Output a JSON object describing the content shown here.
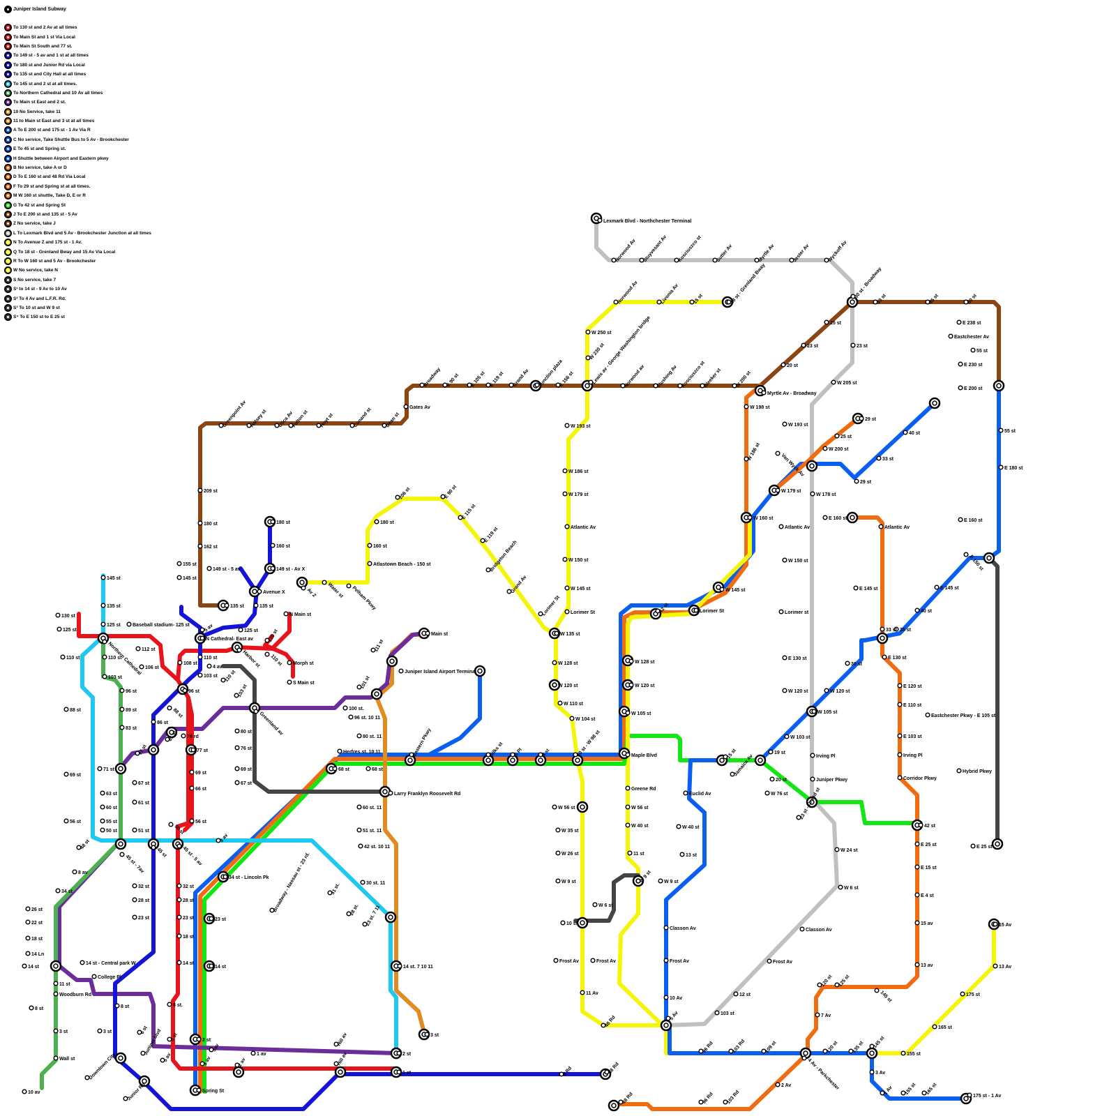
{
  "title": "Juniper Island Subway",
  "routes": [
    {
      "label": "To 130 st and 2 Av at all times",
      "color": "#e8141b"
    },
    {
      "label": "To Main St and 1 st  Via Local",
      "color": "#e8141b"
    },
    {
      "label": "To Main St South and 77 st.",
      "color": "#e8141b"
    },
    {
      "label": "To 149 st - 5 av and 1 st at all times",
      "color": "#1414d8"
    },
    {
      "label": "To 180 st and Junior Rd via Local",
      "color": "#1414d8"
    },
    {
      "label": "To 135 st and City Hall at all times",
      "color": "#1414d8"
    },
    {
      "label": "To 145 st and 2 st at all times.",
      "color": "#1ec8f0"
    },
    {
      "label": "To Northern Cathedral and 10 Av all times",
      "color": "#4caf50"
    },
    {
      "label": "To Main st East and 2 st.",
      "color": "#6a2d9a"
    },
    {
      "label": "10  No Service, take 11",
      "color": "#e08c1e"
    },
    {
      "label": "11  to Main st East and 3 st at all times",
      "color": "#e08c1e"
    },
    {
      "label": "A  To E 200 st and 175 st - 1 Av Via R",
      "color": "#0a5ef0"
    },
    {
      "label": "C  No service, Take Shuttle Bus to 5 Av - Brookchester",
      "color": "#0a5ef0"
    },
    {
      "label": "E  To 45 st and Spring st.",
      "color": "#0a5ef0"
    },
    {
      "label": "H  Shuttle between Airport and Eastern pkwy",
      "color": "#0a5ef0"
    },
    {
      "label": "B  No service, take A or D",
      "color": "#f06c10"
    },
    {
      "label": "D  To E 160 st and 48 Rd Via Local",
      "color": "#f06c10"
    },
    {
      "label": "F   To 29 st and Spring st at all times.",
      "color": "#f06c10"
    },
    {
      "label": "M  W 160 st shuttle, Take D, E or R",
      "color": "#f06c10"
    },
    {
      "label": "G  To 42 st and Spring St",
      "color": "#14e614"
    },
    {
      "label": "J  To E 200 st and 135 st - 5 Av",
      "color": "#8b4513"
    },
    {
      "label": "Z  No service, take J",
      "color": "#8b4513"
    },
    {
      "label": "L  To Lexmark Blvd and 5 Av - Brookchester Junction at all times",
      "color": "#c0c0c0"
    },
    {
      "label": "N  To Avenue Z and 175 st - 1 Av.",
      "color": "#f5f50a"
    },
    {
      "label": "Q  To 18 st - Grenland Bway and 15 Av Via Local",
      "color": "#f5f50a"
    },
    {
      "label": "R  To W 160 st and 5 Av - Brookchester",
      "color": "#f5f50a"
    },
    {
      "label": "W  No service, take N",
      "color": "#f5f50a"
    },
    {
      "label": "S  No service, take 7",
      "color": "#444444"
    },
    {
      "label": "S¹  to 14 st - 9 Av to 10 Av",
      "color": "#444444"
    },
    {
      "label": "S²  To 4 Av and L.F.R. Rd.",
      "color": "#444444"
    },
    {
      "label": "S³  To 10 st and W 9 st",
      "color": "#444444"
    },
    {
      "label": "S⁴  To E 150 st to E 25 st",
      "color": "#444444"
    }
  ],
  "line_colors": {
    "red": "#e8141b",
    "blue": "#1414d8",
    "cyan": "#1ec8f0",
    "green_dark": "#4caf50",
    "purple": "#6a2d9a",
    "orange_gold": "#e08c1e",
    "azure": "#0a5ef0",
    "orange": "#f06c10",
    "lime": "#14e614",
    "brown": "#8b4513",
    "grey": "#c0c0c0",
    "yellow": "#f5f50a",
    "dark": "#444444"
  },
  "stations": [
    {
      "label": "Lexmark Blvd - Northchester Terminal"
    },
    {
      "label": "Norwood Av"
    },
    {
      "label": "Stuyvesant Av"
    },
    {
      "label": "Kosciuszco st"
    },
    {
      "label": "Sutter Av"
    },
    {
      "label": "Myrtle Av"
    },
    {
      "label": "Jester Av"
    },
    {
      "label": "Wyckoff Av"
    },
    {
      "label": "30 st - Broadway"
    },
    {
      "label": "33 st"
    },
    {
      "label": "45 st"
    },
    {
      "label": "50 st"
    },
    {
      "label": "E 238 st"
    },
    {
      "label": "Eastchester Av"
    },
    {
      "label": "55 st"
    },
    {
      "label": "E 230 st"
    },
    {
      "label": "E 200 st"
    },
    {
      "label": "55 st"
    },
    {
      "label": "E 180 st"
    },
    {
      "label": "E 160 st"
    },
    {
      "label": "E 150 st"
    },
    {
      "label": "Eastchester Pkwy - E 105 st"
    },
    {
      "label": "Hybrid Pkwy"
    },
    {
      "label": "E 25 st"
    },
    {
      "label": "18 st - Grenland Bway"
    },
    {
      "label": "15 st"
    },
    {
      "label": "Livonia Av"
    },
    {
      "label": "Norwood Av"
    },
    {
      "label": "W 250 st"
    },
    {
      "label": "W 230 st"
    },
    {
      "label": "Lewis av - George Washington bridge"
    },
    {
      "label": "Norwood av"
    },
    {
      "label": "Flushing Av"
    },
    {
      "label": "Kosciuszco st"
    },
    {
      "label": "Bleeker st"
    },
    {
      "label": "W 200 st"
    },
    {
      "label": "Myrtle Av - Broadway"
    },
    {
      "label": "25 st"
    },
    {
      "label": "23 st"
    },
    {
      "label": "20 st"
    },
    {
      "label": "23 st"
    },
    {
      "label": "W 205 st"
    },
    {
      "label": "W 198 st"
    },
    {
      "label": "W 193 st"
    },
    {
      "label": "W 186 st"
    },
    {
      "label": "W 178 st"
    },
    {
      "label": "Van Wyck Av"
    },
    {
      "label": "W 179 st"
    },
    {
      "label": "W 160 st"
    },
    {
      "label": "Atlantic Av"
    },
    {
      "label": "W 150 st"
    },
    {
      "label": "Lorimer st"
    },
    {
      "label": "E 130 st"
    },
    {
      "label": "W 120 st"
    },
    {
      "label": "W 105 st"
    },
    {
      "label": "Irving Pl"
    },
    {
      "label": "Juniper Pkwy"
    },
    {
      "label": "23 st - Grand st"
    },
    {
      "label": "W 24 st"
    },
    {
      "label": "W 6 st"
    },
    {
      "label": "Classon Av"
    },
    {
      "label": "Frost Av"
    },
    {
      "label": "12 st"
    },
    {
      "label": "103 st"
    },
    {
      "label": "5 Av"
    },
    {
      "label": "Broadway"
    },
    {
      "label": "E 90 st"
    },
    {
      "label": "E 105 st"
    },
    {
      "label": "E 119 st"
    },
    {
      "label": "Grand Av"
    },
    {
      "label": "Junction plaza"
    },
    {
      "label": "E 156 st"
    },
    {
      "label": "Gates Av"
    },
    {
      "label": "Dean st"
    },
    {
      "label": "Conand st"
    },
    {
      "label": "Hoyt st"
    },
    {
      "label": "Fulton st"
    },
    {
      "label": "Utica Av"
    },
    {
      "label": "Halsey st"
    },
    {
      "label": "Greenpoint Av"
    },
    {
      "label": "209 st"
    },
    {
      "label": "180 st"
    },
    {
      "label": "162 st"
    },
    {
      "label": "155 st"
    },
    {
      "label": "145 st"
    },
    {
      "label": "135 st"
    },
    {
      "label": "W 193 st"
    },
    {
      "label": "W 186 st"
    },
    {
      "label": "W 179 st"
    },
    {
      "label": "Atlantic Av"
    },
    {
      "label": "W 150 st"
    },
    {
      "label": "W 145 st"
    },
    {
      "label": "Lorimer St"
    },
    {
      "label": "W 135 st"
    },
    {
      "label": "W 128 st"
    },
    {
      "label": "W 120 st"
    },
    {
      "label": "W 110 st"
    },
    {
      "label": "W 104 st"
    },
    {
      "label": "10 st - W 98 st"
    },
    {
      "label": "206 st"
    },
    {
      "label": "E 90 st"
    },
    {
      "label": "E 115 st"
    },
    {
      "label": "E 119 st"
    },
    {
      "label": "Bridgeton Beach"
    },
    {
      "label": "Grand Av"
    },
    {
      "label": "Lorimer St"
    },
    {
      "label": "180 st"
    },
    {
      "label": "160 st"
    },
    {
      "label": "Atlastown Beach - 150 st"
    },
    {
      "label": "Av Z"
    },
    {
      "label": "Water st"
    },
    {
      "label": "Pelham Pkwy"
    },
    {
      "label": "180 st"
    },
    {
      "label": "160 st"
    },
    {
      "label": "149 st - Av X"
    },
    {
      "label": "149 st - 5 av"
    },
    {
      "label": "Avenue X"
    },
    {
      "label": "135 st"
    },
    {
      "label": "145 st"
    },
    {
      "label": "135 st"
    },
    {
      "label": "125 st"
    },
    {
      "label": "130 st"
    },
    {
      "label": "125 st"
    },
    {
      "label": "Northern Cathedral"
    },
    {
      "label": "110 st"
    },
    {
      "label": "110 st"
    },
    {
      "label": "103 st"
    },
    {
      "label": "Baseball stadium- 125 st"
    },
    {
      "label": "N Cathedral- East av"
    },
    {
      "label": "5 av"
    },
    {
      "label": "125 st"
    },
    {
      "label": "Harbor st"
    },
    {
      "label": "120 st"
    },
    {
      "label": "N Main st"
    },
    {
      "label": "110 st"
    },
    {
      "label": "Morph st"
    },
    {
      "label": "S Main st"
    },
    {
      "label": "112 st"
    },
    {
      "label": "106 st"
    },
    {
      "label": "108 st"
    },
    {
      "label": "110 st"
    },
    {
      "label": "103 st"
    },
    {
      "label": "96 st"
    },
    {
      "label": "4 av"
    },
    {
      "label": "110 st"
    },
    {
      "label": "103 st"
    },
    {
      "label": "Greenland av"
    },
    {
      "label": "80 st"
    },
    {
      "label": "76 st"
    },
    {
      "label": "69 st"
    },
    {
      "label": "67 st"
    },
    {
      "label": "Main st"
    },
    {
      "label": "111 st"
    },
    {
      "label": "101 st"
    },
    {
      "label": "100 st."
    },
    {
      "label": "96 st.  10  11"
    },
    {
      "label": "80 st.  11"
    },
    {
      "label": "Herfres st.  10  11"
    },
    {
      "label": "68 st"
    },
    {
      "label": "Larry Franklyn Roosevelt Rd"
    },
    {
      "label": "60 st.  11"
    },
    {
      "label": "51 st.  11"
    },
    {
      "label": "42 st.  10  11"
    },
    {
      "label": "30 st.  11"
    },
    {
      "label": "23 st.  7  11"
    },
    {
      "label": "14 st.  7  10  11"
    },
    {
      "label": "3 st"
    },
    {
      "label": "2 st"
    },
    {
      "label": "1 st"
    },
    {
      "label": "Juniper Island Airport Terminal"
    },
    {
      "label": "Eastern Pkwy"
    },
    {
      "label": "Silks st"
    },
    {
      "label": "S Pl"
    },
    {
      "label": "4 st"
    },
    {
      "label": "Maple Blvd"
    },
    {
      "label": "Greene Rd"
    },
    {
      "label": "W 56 st"
    },
    {
      "label": "W 40 st"
    },
    {
      "label": "11 st"
    },
    {
      "label": "W 9 st"
    },
    {
      "label": "W 56 st"
    },
    {
      "label": "W 35 st"
    },
    {
      "label": "W 26 st"
    },
    {
      "label": "W 9 st"
    },
    {
      "label": "W 6 st"
    },
    {
      "label": "10 st"
    },
    {
      "label": "Frost Av"
    },
    {
      "label": "11 Av"
    },
    {
      "label": "48 Rd"
    },
    {
      "label": "Frost Av"
    },
    {
      "label": "W 145 st"
    },
    {
      "label": "Lorimer St"
    },
    {
      "label": "42 st"
    },
    {
      "label": "W 128 st"
    },
    {
      "label": "W 120 st"
    },
    {
      "label": "W 105 st"
    },
    {
      "label": "15 st"
    },
    {
      "label": "Jamaica Av"
    },
    {
      "label": "19 st"
    },
    {
      "label": "20 st"
    },
    {
      "label": "W 76 st"
    },
    {
      "label": "W 103 st"
    },
    {
      "label": "W 120 st"
    },
    {
      "label": "30 st"
    },
    {
      "label": "35 st"
    },
    {
      "label": "40 st"
    },
    {
      "label": "E 145 st"
    },
    {
      "label": "33 st"
    },
    {
      "label": "40 st"
    },
    {
      "label": "29 st"
    },
    {
      "label": "25 st"
    },
    {
      "label": "W 200 st"
    },
    {
      "label": "29 st"
    },
    {
      "label": "Euclid Av"
    },
    {
      "label": "W 40 st"
    },
    {
      "label": "13 st"
    },
    {
      "label": "W 9 st"
    },
    {
      "label": "Classon Av"
    },
    {
      "label": "Frost Av"
    },
    {
      "label": "10 Av"
    },
    {
      "label": "E 160 st"
    },
    {
      "label": "Atlantic Av"
    },
    {
      "label": "E 145 st"
    },
    {
      "label": "33 st"
    },
    {
      "label": "E 130 st"
    },
    {
      "label": "E 120 st"
    },
    {
      "label": "E 110 st"
    },
    {
      "label": "E 103 st"
    },
    {
      "label": "Irving Pl"
    },
    {
      "label": "Corridor Pkwy"
    },
    {
      "label": "42 st"
    },
    {
      "label": "E 25 st"
    },
    {
      "label": "E 15 st"
    },
    {
      "label": "E 4 st"
    },
    {
      "label": "15 av"
    },
    {
      "label": "13 av"
    },
    {
      "label": "145 st"
    },
    {
      "label": "125 st"
    },
    {
      "label": "120 st"
    },
    {
      "label": "7 Av"
    },
    {
      "label": "4 Av - Parkchester"
    },
    {
      "label": "2 Av"
    },
    {
      "label": "103 Rd"
    },
    {
      "label": "96 Rd"
    },
    {
      "label": "48 Rd"
    },
    {
      "label": "96 Rd"
    },
    {
      "label": "103 Rd"
    },
    {
      "label": "109 st"
    },
    {
      "label": "120 st"
    },
    {
      "label": "135 st"
    },
    {
      "label": "145 st"
    },
    {
      "label": "155 st"
    },
    {
      "label": "3 Av"
    },
    {
      "label": "1 Av"
    },
    {
      "label": "155 st"
    },
    {
      "label": "165 st"
    },
    {
      "label": "175 st - 1 Av"
    },
    {
      "label": "165 st"
    },
    {
      "label": "175 st"
    },
    {
      "label": "13 Av"
    },
    {
      "label": "15 Av"
    },
    {
      "label": "88 st"
    },
    {
      "label": "69 st"
    },
    {
      "label": "56 st"
    },
    {
      "label": "45 st - 7av"
    },
    {
      "label": "48 st"
    },
    {
      "label": "8 av"
    },
    {
      "label": "34 st"
    },
    {
      "label": "26 st"
    },
    {
      "label": "22 st"
    },
    {
      "label": "18 st"
    },
    {
      "label": "14 Ln"
    },
    {
      "label": "14 st"
    },
    {
      "label": "11 st"
    },
    {
      "label": "Woodburn Rd"
    },
    {
      "label": "8 st"
    },
    {
      "label": "3 st"
    },
    {
      "label": "Wall st"
    },
    {
      "label": "10 av"
    },
    {
      "label": "96 st"
    },
    {
      "label": "89 st"
    },
    {
      "label": "83 st"
    },
    {
      "label": "71 st"
    },
    {
      "label": "63 st"
    },
    {
      "label": "60 st"
    },
    {
      "label": "55 st"
    },
    {
      "label": "50 st"
    },
    {
      "label": "86 st"
    },
    {
      "label": "77 st"
    },
    {
      "label": "67 st"
    },
    {
      "label": "61 st"
    },
    {
      "label": "51 st"
    },
    {
      "label": "45 st"
    },
    {
      "label": "32 st"
    },
    {
      "label": "28 st"
    },
    {
      "label": "23 st"
    },
    {
      "label": "14 st - Central park W"
    },
    {
      "label": "College Pl"
    },
    {
      "label": "8 st"
    },
    {
      "label": "3 st"
    },
    {
      "label": "Downtown City"
    },
    {
      "label": "Junior Rd"
    },
    {
      "label": "Juniper blvd"
    },
    {
      "label": "6 st"
    },
    {
      "label": "88 st"
    },
    {
      "label": "81 st"
    },
    {
      "label": "79 rd"
    },
    {
      "label": "77 st"
    },
    {
      "label": "69 st"
    },
    {
      "label": "66 st"
    },
    {
      "label": "56 st"
    },
    {
      "label": "50 st"
    },
    {
      "label": "45 st - 5 av"
    },
    {
      "label": "32 st"
    },
    {
      "label": "28 st"
    },
    {
      "label": "23 st"
    },
    {
      "label": "18 st"
    },
    {
      "label": "14 st"
    },
    {
      "label": "8 st."
    },
    {
      "label": "3 st"
    },
    {
      "label": "5 av"
    },
    {
      "label": "3 av"
    },
    {
      "label": "2 av"
    },
    {
      "label": "1 av"
    },
    {
      "label": "3av"
    },
    {
      "label": "Hill av"
    },
    {
      "label": "Hill av"
    },
    {
      "label": "2 st"
    },
    {
      "label": "Spring St"
    },
    {
      "label": "14 st"
    },
    {
      "label": "23 st"
    },
    {
      "label": "34 st - Lincoln Pk"
    },
    {
      "label": "68 st"
    },
    {
      "label": "3 av"
    },
    {
      "label": "Broadway - Nassau st - 23 rd."
    },
    {
      "label": "31 st."
    },
    {
      "label": "28 st."
    },
    {
      "label": "8 Rd"
    },
    {
      "label": "48 Rd"
    }
  ]
}
